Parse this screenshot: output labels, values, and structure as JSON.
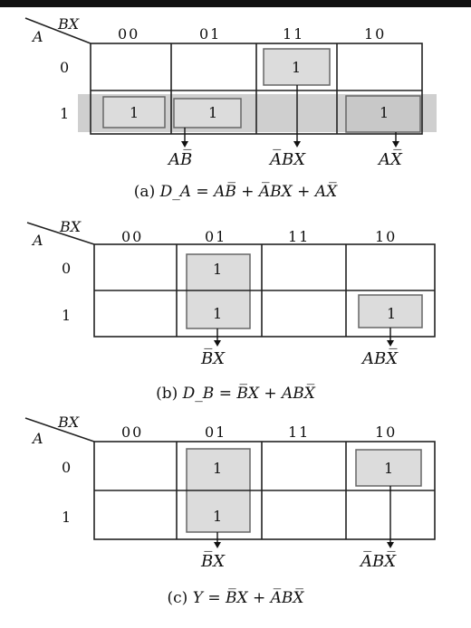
{
  "maps": [
    {
      "id": "a",
      "var_col": "BX",
      "var_row": "A",
      "col_headers": [
        "00",
        "01",
        "11",
        "10"
      ],
      "row_headers": [
        "0",
        "1"
      ],
      "ones": [
        {
          "row": 0,
          "col": 2,
          "text": "1"
        },
        {
          "row": 1,
          "col": 0,
          "text": "1"
        },
        {
          "row": 1,
          "col": 1,
          "text": "1"
        },
        {
          "row": 1,
          "col": 3,
          "text": "1"
        }
      ],
      "terms": [
        "AB̅",
        "A̅BX",
        "AX̅"
      ],
      "caption_label": "(a)",
      "caption_eq": "D_A = AB̅ + A̅BX + AX̅"
    },
    {
      "id": "b",
      "var_col": "BX",
      "var_row": "A",
      "col_headers": [
        "00",
        "01",
        "11",
        "10"
      ],
      "row_headers": [
        "0",
        "1"
      ],
      "ones": [
        {
          "row": 0,
          "col": 1,
          "text": "1"
        },
        {
          "row": 1,
          "col": 1,
          "text": "1"
        },
        {
          "row": 1,
          "col": 3,
          "text": "1"
        }
      ],
      "terms": [
        "B̅X",
        "ABX̅"
      ],
      "caption_label": "(b)",
      "caption_eq": "D_B = B̅X + ABX̅"
    },
    {
      "id": "c",
      "var_col": "BX",
      "var_row": "A",
      "col_headers": [
        "00",
        "01",
        "11",
        "10"
      ],
      "row_headers": [
        "0",
        "1"
      ],
      "ones": [
        {
          "row": 0,
          "col": 1,
          "text": "1"
        },
        {
          "row": 1,
          "col": 1,
          "text": "1"
        },
        {
          "row": 0,
          "col": 3,
          "text": "1"
        }
      ],
      "terms": [
        "B̅X",
        "A̅BX̅"
      ],
      "caption_label": "(c)",
      "caption_eq": "Y = B̅X + A̅BX̅"
    }
  ]
}
